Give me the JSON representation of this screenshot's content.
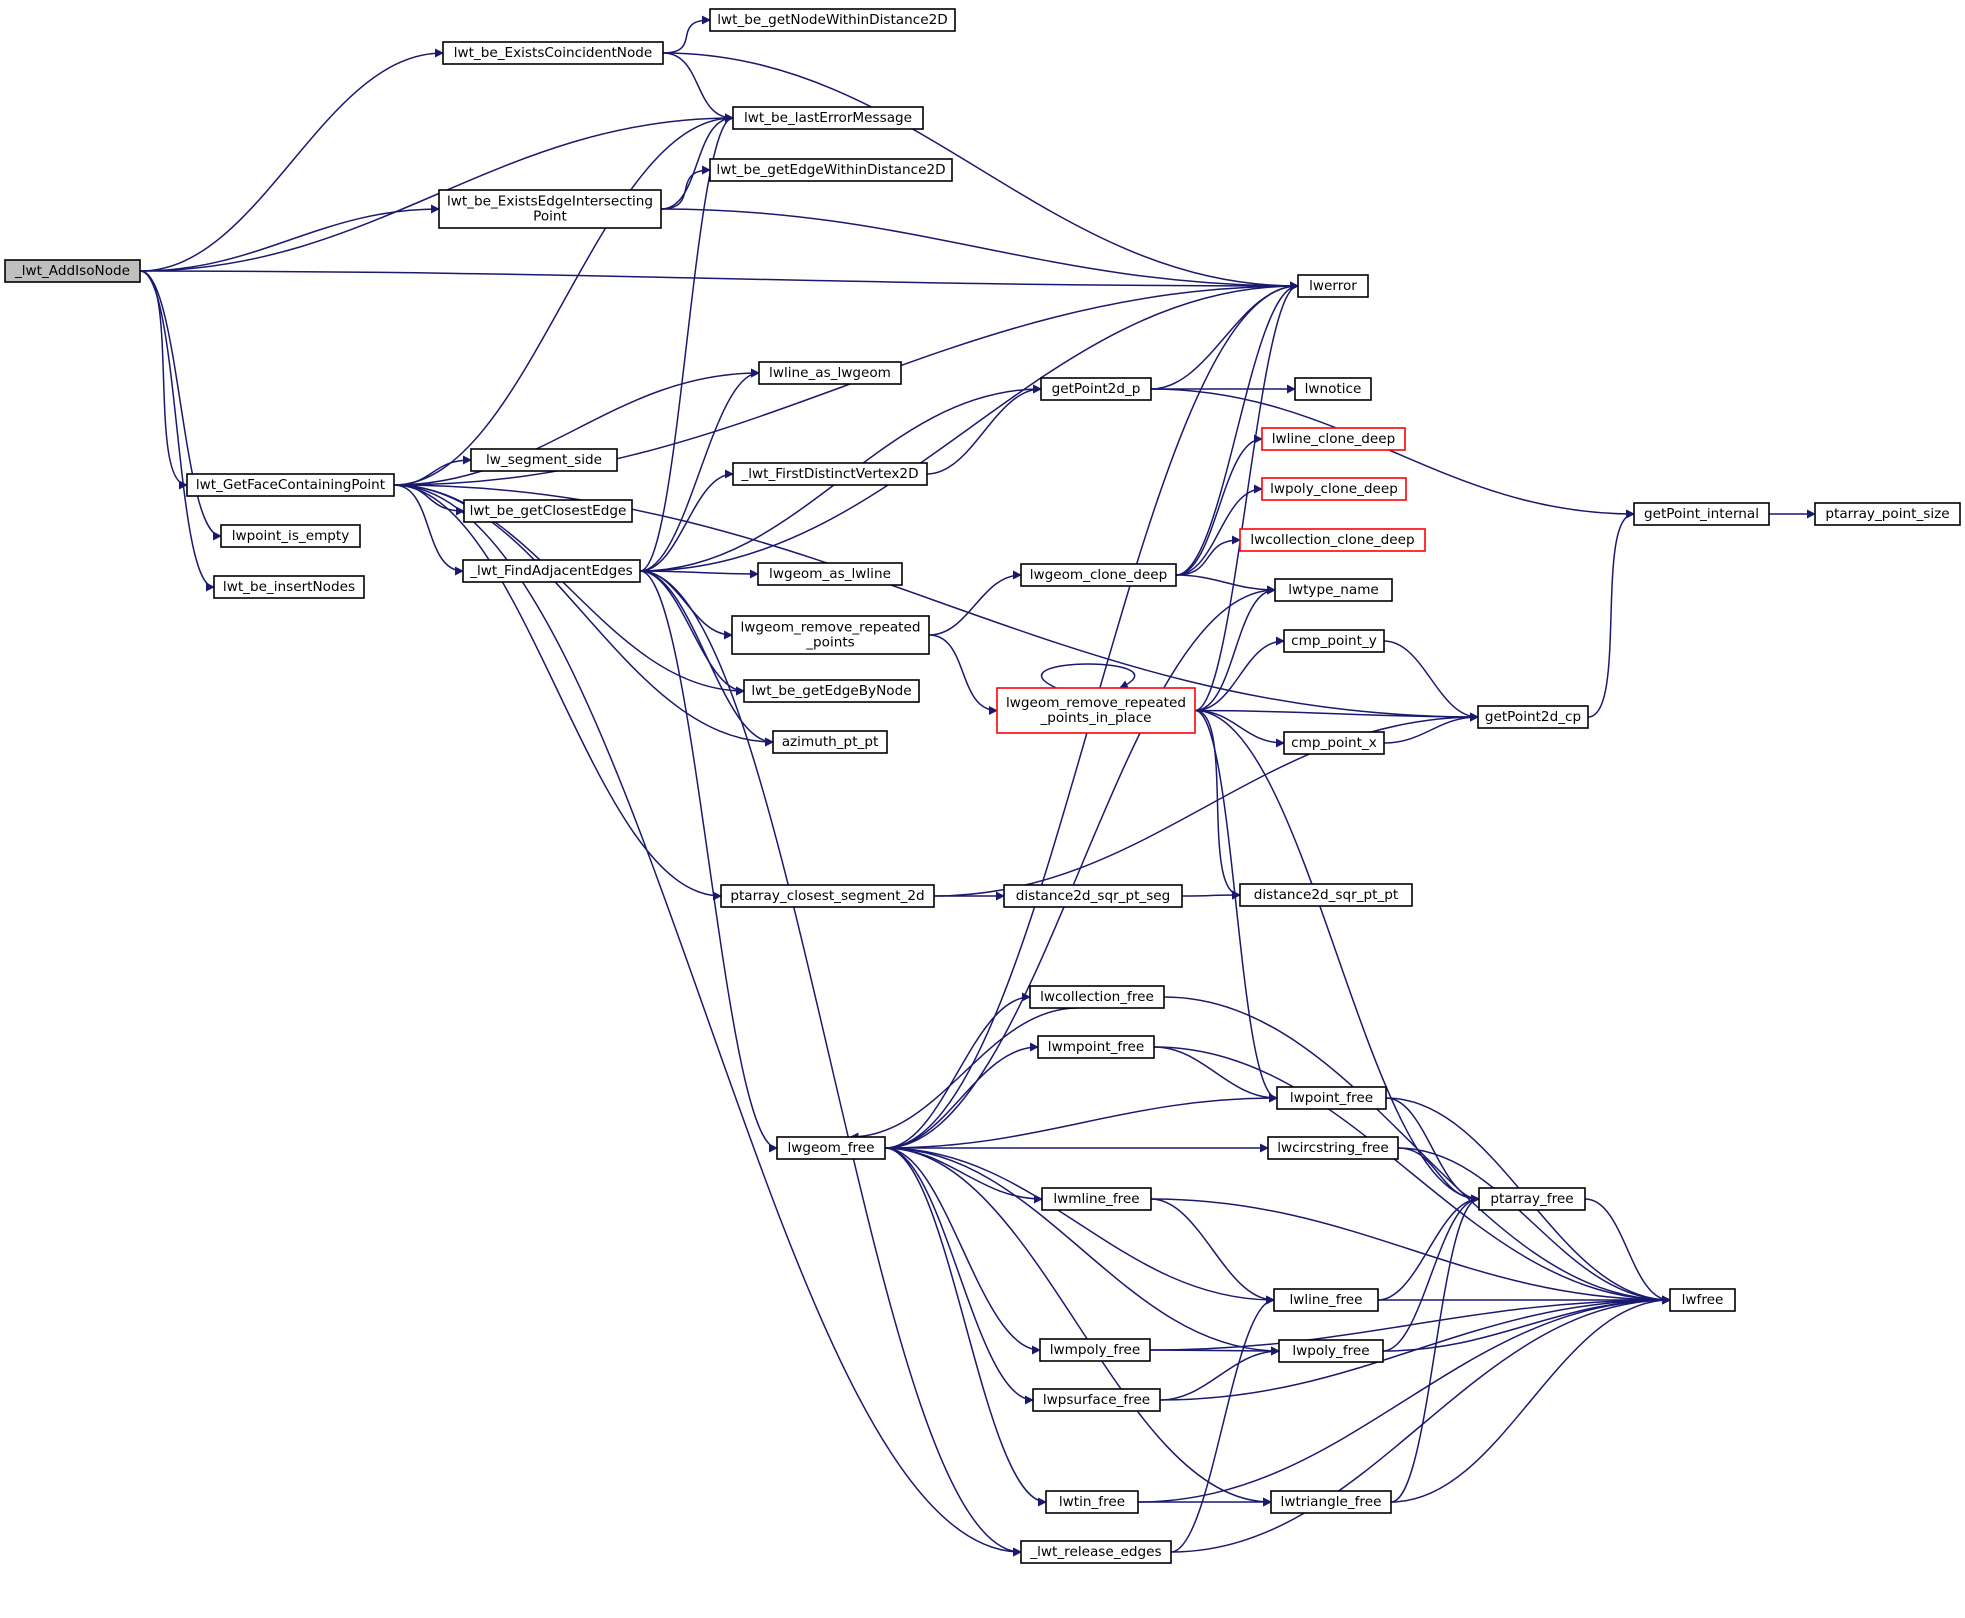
{
  "graph": {
    "colors": {
      "edge": "#191970",
      "root_fill": "#bfbfbf",
      "truncated_border": "#ff0000",
      "node_border": "#000000"
    },
    "nodes": [
      {
        "id": "addIsoNode",
        "lines": [
          "_lwt_AddIsoNode"
        ],
        "style": "root"
      },
      {
        "id": "existsCoincidentNode",
        "lines": [
          "lwt_be_ExistsCoincidentNode"
        ]
      },
      {
        "id": "getNodeWithinDistance2D",
        "lines": [
          "lwt_be_getNodeWithinDistance2D"
        ]
      },
      {
        "id": "lastErrorMessage",
        "lines": [
          "lwt_be_lastErrorMessage"
        ]
      },
      {
        "id": "getEdgeWithinDistance2D",
        "lines": [
          "lwt_be_getEdgeWithinDistance2D"
        ]
      },
      {
        "id": "existsEdgeIntersectingPoint",
        "lines": [
          "lwt_be_ExistsEdgeIntersecting",
          "Point"
        ]
      },
      {
        "id": "lwerror",
        "lines": [
          "lwerror"
        ]
      },
      {
        "id": "getFaceContainingPoint",
        "lines": [
          "lwt_GetFaceContainingPoint"
        ]
      },
      {
        "id": "lwpointIsEmpty",
        "lines": [
          "lwpoint_is_empty"
        ]
      },
      {
        "id": "insertNodes",
        "lines": [
          "lwt_be_insertNodes"
        ]
      },
      {
        "id": "lwlineAsLwgeom",
        "lines": [
          "lwline_as_lwgeom"
        ]
      },
      {
        "id": "lwSegmentSide",
        "lines": [
          "lw_segment_side"
        ]
      },
      {
        "id": "getClosestEdge",
        "lines": [
          "lwt_be_getClosestEdge"
        ]
      },
      {
        "id": "findAdjacentEdges",
        "lines": [
          "_lwt_FindAdjacentEdges"
        ]
      },
      {
        "id": "firstDistinctVertex2D",
        "lines": [
          "_lwt_FirstDistinctVertex2D"
        ]
      },
      {
        "id": "getPoint2dP",
        "lines": [
          "getPoint2d_p"
        ]
      },
      {
        "id": "lwnotice",
        "lines": [
          "lwnotice"
        ]
      },
      {
        "id": "lwlineCloneDeep",
        "lines": [
          "lwline_clone_deep"
        ],
        "style": "trunc"
      },
      {
        "id": "lwpolyCloneDeep",
        "lines": [
          "lwpoly_clone_deep"
        ],
        "style": "trunc"
      },
      {
        "id": "lwcollectionCloneDeep",
        "lines": [
          "lwcollection_clone_deep"
        ],
        "style": "trunc"
      },
      {
        "id": "getPointInternal",
        "lines": [
          "getPoint_internal"
        ]
      },
      {
        "id": "ptarrayPointSize",
        "lines": [
          "ptarray_point_size"
        ]
      },
      {
        "id": "lwgeomAsLwline",
        "lines": [
          "lwgeom_as_lwline"
        ]
      },
      {
        "id": "lwgeomCloneDeep",
        "lines": [
          "lwgeom_clone_deep"
        ]
      },
      {
        "id": "lwtypeName",
        "lines": [
          "lwtype_name"
        ]
      },
      {
        "id": "lwgeomRemoveRepeatedPoints",
        "lines": [
          "lwgeom_remove_repeated",
          "_points"
        ]
      },
      {
        "id": "getEdgeByNode",
        "lines": [
          "lwt_be_getEdgeByNode"
        ]
      },
      {
        "id": "cmpPointY",
        "lines": [
          "cmp_point_y"
        ]
      },
      {
        "id": "removeRepeatedInPlace",
        "lines": [
          "lwgeom_remove_repeated",
          "_points_in_place"
        ],
        "style": "trunc"
      },
      {
        "id": "getPoint2dCp",
        "lines": [
          "getPoint2d_cp"
        ]
      },
      {
        "id": "azimuthPtPt",
        "lines": [
          "azimuth_pt_pt"
        ]
      },
      {
        "id": "cmpPointX",
        "lines": [
          "cmp_point_x"
        ]
      },
      {
        "id": "ptarrayClosestSegment2d",
        "lines": [
          "ptarray_closest_segment_2d"
        ]
      },
      {
        "id": "distance2dSqrPtSeg",
        "lines": [
          "distance2d_sqr_pt_seg"
        ]
      },
      {
        "id": "distance2dSqrPtPt",
        "lines": [
          "distance2d_sqr_pt_pt"
        ]
      },
      {
        "id": "lwcollectionFree",
        "lines": [
          "lwcollection_free"
        ]
      },
      {
        "id": "lwmpointFree",
        "lines": [
          "lwmpoint_free"
        ]
      },
      {
        "id": "lwpointFree",
        "lines": [
          "lwpoint_free"
        ]
      },
      {
        "id": "lwgeomFree",
        "lines": [
          "lwgeom_free"
        ]
      },
      {
        "id": "lwcircstringFree",
        "lines": [
          "lwcircstring_free"
        ]
      },
      {
        "id": "lwmlineFree",
        "lines": [
          "lwmline_free"
        ]
      },
      {
        "id": "ptarrayFree",
        "lines": [
          "ptarray_free"
        ]
      },
      {
        "id": "lwlineFree",
        "lines": [
          "lwline_free"
        ]
      },
      {
        "id": "lwfree",
        "lines": [
          "lwfree"
        ]
      },
      {
        "id": "lwmpolyFree",
        "lines": [
          "lwmpoly_free"
        ]
      },
      {
        "id": "lwpolyFree",
        "lines": [
          "lwpoly_free"
        ]
      },
      {
        "id": "lwpsurfaceFree",
        "lines": [
          "lwpsurface_free"
        ]
      },
      {
        "id": "lwtinFree",
        "lines": [
          "lwtin_free"
        ]
      },
      {
        "id": "lwtriangleFree",
        "lines": [
          "lwtriangle_free"
        ]
      },
      {
        "id": "releaseEdges",
        "lines": [
          "_lwt_release_edges"
        ]
      }
    ],
    "edges": [
      [
        "addIsoNode",
        "existsCoincidentNode"
      ],
      [
        "addIsoNode",
        "lastErrorMessage"
      ],
      [
        "addIsoNode",
        "existsEdgeIntersectingPoint"
      ],
      [
        "addIsoNode",
        "lwerror"
      ],
      [
        "addIsoNode",
        "getFaceContainingPoint"
      ],
      [
        "addIsoNode",
        "lwpointIsEmpty"
      ],
      [
        "addIsoNode",
        "insertNodes"
      ],
      [
        "existsCoincidentNode",
        "getNodeWithinDistance2D"
      ],
      [
        "existsCoincidentNode",
        "lastErrorMessage"
      ],
      [
        "existsCoincidentNode",
        "lwerror"
      ],
      [
        "existsEdgeIntersectingPoint",
        "lastErrorMessage"
      ],
      [
        "existsEdgeIntersectingPoint",
        "getEdgeWithinDistance2D"
      ],
      [
        "existsEdgeIntersectingPoint",
        "lwerror"
      ],
      [
        "getFaceContainingPoint",
        "lastErrorMessage"
      ],
      [
        "getFaceContainingPoint",
        "lwerror"
      ],
      [
        "getFaceContainingPoint",
        "lwlineAsLwgeom"
      ],
      [
        "getFaceContainingPoint",
        "lwSegmentSide"
      ],
      [
        "getFaceContainingPoint",
        "getClosestEdge"
      ],
      [
        "getFaceContainingPoint",
        "findAdjacentEdges"
      ],
      [
        "getFaceContainingPoint",
        "getEdgeByNode"
      ],
      [
        "getFaceContainingPoint",
        "azimuthPtPt"
      ],
      [
        "getFaceContainingPoint",
        "getPoint2dCp"
      ],
      [
        "getFaceContainingPoint",
        "ptarrayClosestSegment2d"
      ],
      [
        "getFaceContainingPoint",
        "releaseEdges"
      ],
      [
        "findAdjacentEdges",
        "lastErrorMessage"
      ],
      [
        "findAdjacentEdges",
        "lwlineAsLwgeom"
      ],
      [
        "findAdjacentEdges",
        "getPoint2dP"
      ],
      [
        "findAdjacentEdges",
        "firstDistinctVertex2D"
      ],
      [
        "findAdjacentEdges",
        "lwerror"
      ],
      [
        "findAdjacentEdges",
        "lwgeomAsLwline"
      ],
      [
        "findAdjacentEdges",
        "lwgeomRemoveRepeatedPoints"
      ],
      [
        "findAdjacentEdges",
        "getEdgeByNode"
      ],
      [
        "findAdjacentEdges",
        "azimuthPtPt"
      ],
      [
        "findAdjacentEdges",
        "lwgeomFree"
      ],
      [
        "findAdjacentEdges",
        "releaseEdges"
      ],
      [
        "firstDistinctVertex2D",
        "getPoint2dP"
      ],
      [
        "getPoint2dP",
        "lwerror"
      ],
      [
        "getPoint2dP",
        "lwnotice"
      ],
      [
        "getPoint2dP",
        "getPointInternal"
      ],
      [
        "getPointInternal",
        "ptarrayPointSize"
      ],
      [
        "lwgeomRemoveRepeatedPoints",
        "lwgeomCloneDeep"
      ],
      [
        "lwgeomRemoveRepeatedPoints",
        "removeRepeatedInPlace"
      ],
      [
        "lwgeomCloneDeep",
        "lwlineCloneDeep"
      ],
      [
        "lwgeomCloneDeep",
        "lwpolyCloneDeep"
      ],
      [
        "lwgeomCloneDeep",
        "lwcollectionCloneDeep"
      ],
      [
        "lwgeomCloneDeep",
        "lwtypeName"
      ],
      [
        "lwgeomCloneDeep",
        "lwerror"
      ],
      [
        "removeRepeatedInPlace",
        "removeRepeatedInPlace"
      ],
      [
        "removeRepeatedInPlace",
        "lwerror"
      ],
      [
        "removeRepeatedInPlace",
        "lwtypeName"
      ],
      [
        "removeRepeatedInPlace",
        "cmpPointY"
      ],
      [
        "removeRepeatedInPlace",
        "getPoint2dCp"
      ],
      [
        "removeRepeatedInPlace",
        "cmpPointX"
      ],
      [
        "removeRepeatedInPlace",
        "distance2dSqrPtPt"
      ],
      [
        "removeRepeatedInPlace",
        "lwpointFree"
      ],
      [
        "removeRepeatedInPlace",
        "ptarrayFree"
      ],
      [
        "cmpPointY",
        "getPoint2dCp"
      ],
      [
        "cmpPointX",
        "getPoint2dCp"
      ],
      [
        "getPoint2dCp",
        "getPointInternal"
      ],
      [
        "ptarrayClosestSegment2d",
        "distance2dSqrPtSeg"
      ],
      [
        "ptarrayClosestSegment2d",
        "getPoint2dCp"
      ],
      [
        "distance2dSqrPtSeg",
        "distance2dSqrPtPt"
      ],
      [
        "lwgeomFree",
        "lwerror"
      ],
      [
        "lwgeomFree",
        "lwtypeName"
      ],
      [
        "lwgeomFree",
        "lwcollectionFree"
      ],
      [
        "lwgeomFree",
        "lwmpointFree"
      ],
      [
        "lwgeomFree",
        "lwpointFree"
      ],
      [
        "lwgeomFree",
        "lwcircstringFree"
      ],
      [
        "lwgeomFree",
        "lwmlineFree"
      ],
      [
        "lwgeomFree",
        "lwlineFree"
      ],
      [
        "lwgeomFree",
        "lwpolyFree"
      ],
      [
        "lwgeomFree",
        "lwmpolyFree"
      ],
      [
        "lwgeomFree",
        "lwpsurfaceFree"
      ],
      [
        "lwgeomFree",
        "lwtinFree"
      ],
      [
        "lwgeomFree",
        "lwtriangleFree"
      ],
      [
        "lwcollectionFree",
        "lwgeomFree"
      ],
      [
        "lwcollectionFree",
        "lwfree"
      ],
      [
        "lwmpointFree",
        "lwpointFree"
      ],
      [
        "lwmpointFree",
        "lwfree"
      ],
      [
        "lwpointFree",
        "ptarrayFree"
      ],
      [
        "lwpointFree",
        "lwfree"
      ],
      [
        "lwcircstringFree",
        "ptarrayFree"
      ],
      [
        "lwcircstringFree",
        "lwfree"
      ],
      [
        "lwmlineFree",
        "lwlineFree"
      ],
      [
        "lwmlineFree",
        "lwfree"
      ],
      [
        "lwlineFree",
        "ptarrayFree"
      ],
      [
        "lwlineFree",
        "lwfree"
      ],
      [
        "lwmpolyFree",
        "lwpolyFree"
      ],
      [
        "lwmpolyFree",
        "lwfree"
      ],
      [
        "lwpolyFree",
        "ptarrayFree"
      ],
      [
        "lwpolyFree",
        "lwfree"
      ],
      [
        "lwpsurfaceFree",
        "lwpolyFree"
      ],
      [
        "lwpsurfaceFree",
        "lwfree"
      ],
      [
        "lwtinFree",
        "lwtriangleFree"
      ],
      [
        "lwtinFree",
        "lwfree"
      ],
      [
        "lwtriangleFree",
        "ptarrayFree"
      ],
      [
        "lwtriangleFree",
        "lwfree"
      ],
      [
        "ptarrayFree",
        "lwfree"
      ],
      [
        "releaseEdges",
        "lwlineFree"
      ],
      [
        "releaseEdges",
        "lwfree"
      ]
    ]
  }
}
